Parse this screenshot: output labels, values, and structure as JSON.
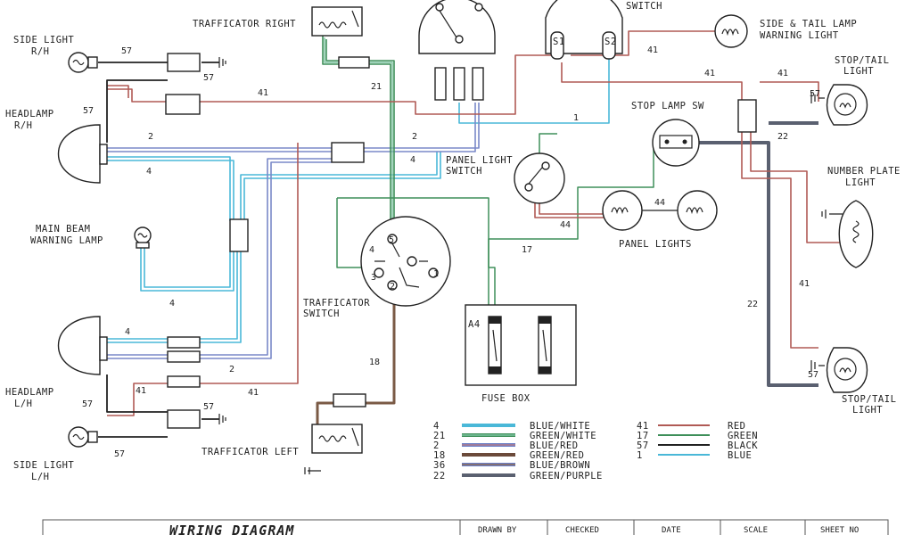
{
  "labels": {
    "side_light_rh": [
      "SIDE LIGHT",
      "R/H"
    ],
    "headlamp_rh": [
      "HEADLAMP",
      "R/H"
    ],
    "main_beam": [
      "MAIN BEAM",
      "WARNING LAMP"
    ],
    "headlamp_lh": [
      "HEADLAMP",
      "L/H"
    ],
    "side_light_lh": [
      "SIDE LIGHT",
      "L/H"
    ],
    "trafficator_right": "TRAFFICATOR RIGHT",
    "trafficator_left": "TRAFFICATOR LEFT",
    "switch": "SWITCH",
    "side_tail_warning": [
      "SIDE & TAIL LAMP",
      "WARNING LIGHT"
    ],
    "stop_tail_top": [
      "STOP/TAIL",
      "LIGHT"
    ],
    "stop_lamp_sw": "STOP LAMP SW",
    "panel_light_switch": [
      "PANEL LIGHT",
      "SWITCH"
    ],
    "panel_lights": "PANEL LIGHTS",
    "number_plate": [
      "NUMBER PLATE",
      "LIGHT"
    ],
    "trafficator_switch": [
      "TRAFFICATOR",
      "SWITCH"
    ],
    "fuse_box": "FUSE BOX",
    "fuse_a4": "A4",
    "stop_tail_bottom": [
      "STOP/TAIL",
      "LIGHT"
    ],
    "s1": "S1",
    "s2": "S2"
  },
  "wire_numbers": {
    "n57_top": "57",
    "n57_b": "57",
    "n41_a": "41",
    "n57_c": "57",
    "n2_a": "2",
    "n4_a": "4",
    "n21": "21",
    "n2_b": "2",
    "n4_b": "4",
    "n4_c": "4",
    "n4_d": "4",
    "n2_c": "2",
    "n41_b": "41",
    "n41_c": "41",
    "n57_d": "57",
    "n57_e": "57",
    "n57_f": "57",
    "n18": "18",
    "n41_d": "41",
    "n41_e": "41",
    "n41_f": "41",
    "n1": "1",
    "n44_a": "44",
    "n44_b": "44",
    "n17": "17",
    "n22_a": "22",
    "n57_g": "57",
    "n41_g": "41",
    "n22_b": "22",
    "n57_h": "57",
    "sw1": "1",
    "sw2": "2",
    "sw3": "3",
    "sw4": "4",
    "sw5": "5"
  },
  "legend_left": [
    {
      "num": "4",
      "name": "BLUE/WHITE",
      "colors": [
        "#4ab8d8",
        "#4ab8d8"
      ]
    },
    {
      "num": "21",
      "name": "GREEN/WHITE",
      "colors": [
        "#3f8f5a",
        "#7cc3a0"
      ]
    },
    {
      "num": "2",
      "name": "BLUE/RED",
      "colors": [
        "#6a7fc8",
        "#b07a8a"
      ]
    },
    {
      "num": "18",
      "name": "GREEN/RED",
      "colors": [
        "#6b4a3a",
        "#8a6a55"
      ]
    },
    {
      "num": "36",
      "name": "BLUE/BROWN",
      "colors": [
        "#6a7fc8",
        "#8a6a55"
      ]
    },
    {
      "num": "22",
      "name": "GREEN/PURPLE",
      "colors": [
        "#5a6070",
        "#5a6070"
      ]
    }
  ],
  "legend_right": [
    {
      "num": "41",
      "name": "RED",
      "color": "#b05a55"
    },
    {
      "num": "17",
      "name": "GREEN",
      "color": "#3f8f5a"
    },
    {
      "num": "57",
      "name": "BLACK",
      "color": "#222222"
    },
    {
      "num": "1",
      "name": "BLUE",
      "color": "#4ab8d8"
    }
  ],
  "title_block": {
    "title": "WIRING DIAGRAM",
    "cols": [
      "DRAWN BY",
      "CHECKED",
      "DATE",
      "SCALE",
      "SHEET NO"
    ]
  },
  "colors": {
    "red": "#b05a55",
    "blue_white": "#4ab8d8",
    "blue_red": "#7a88c8",
    "green": "#3f8f5a",
    "brown": "#7a5a45",
    "purple": "#5a6070",
    "black": "#222222"
  }
}
